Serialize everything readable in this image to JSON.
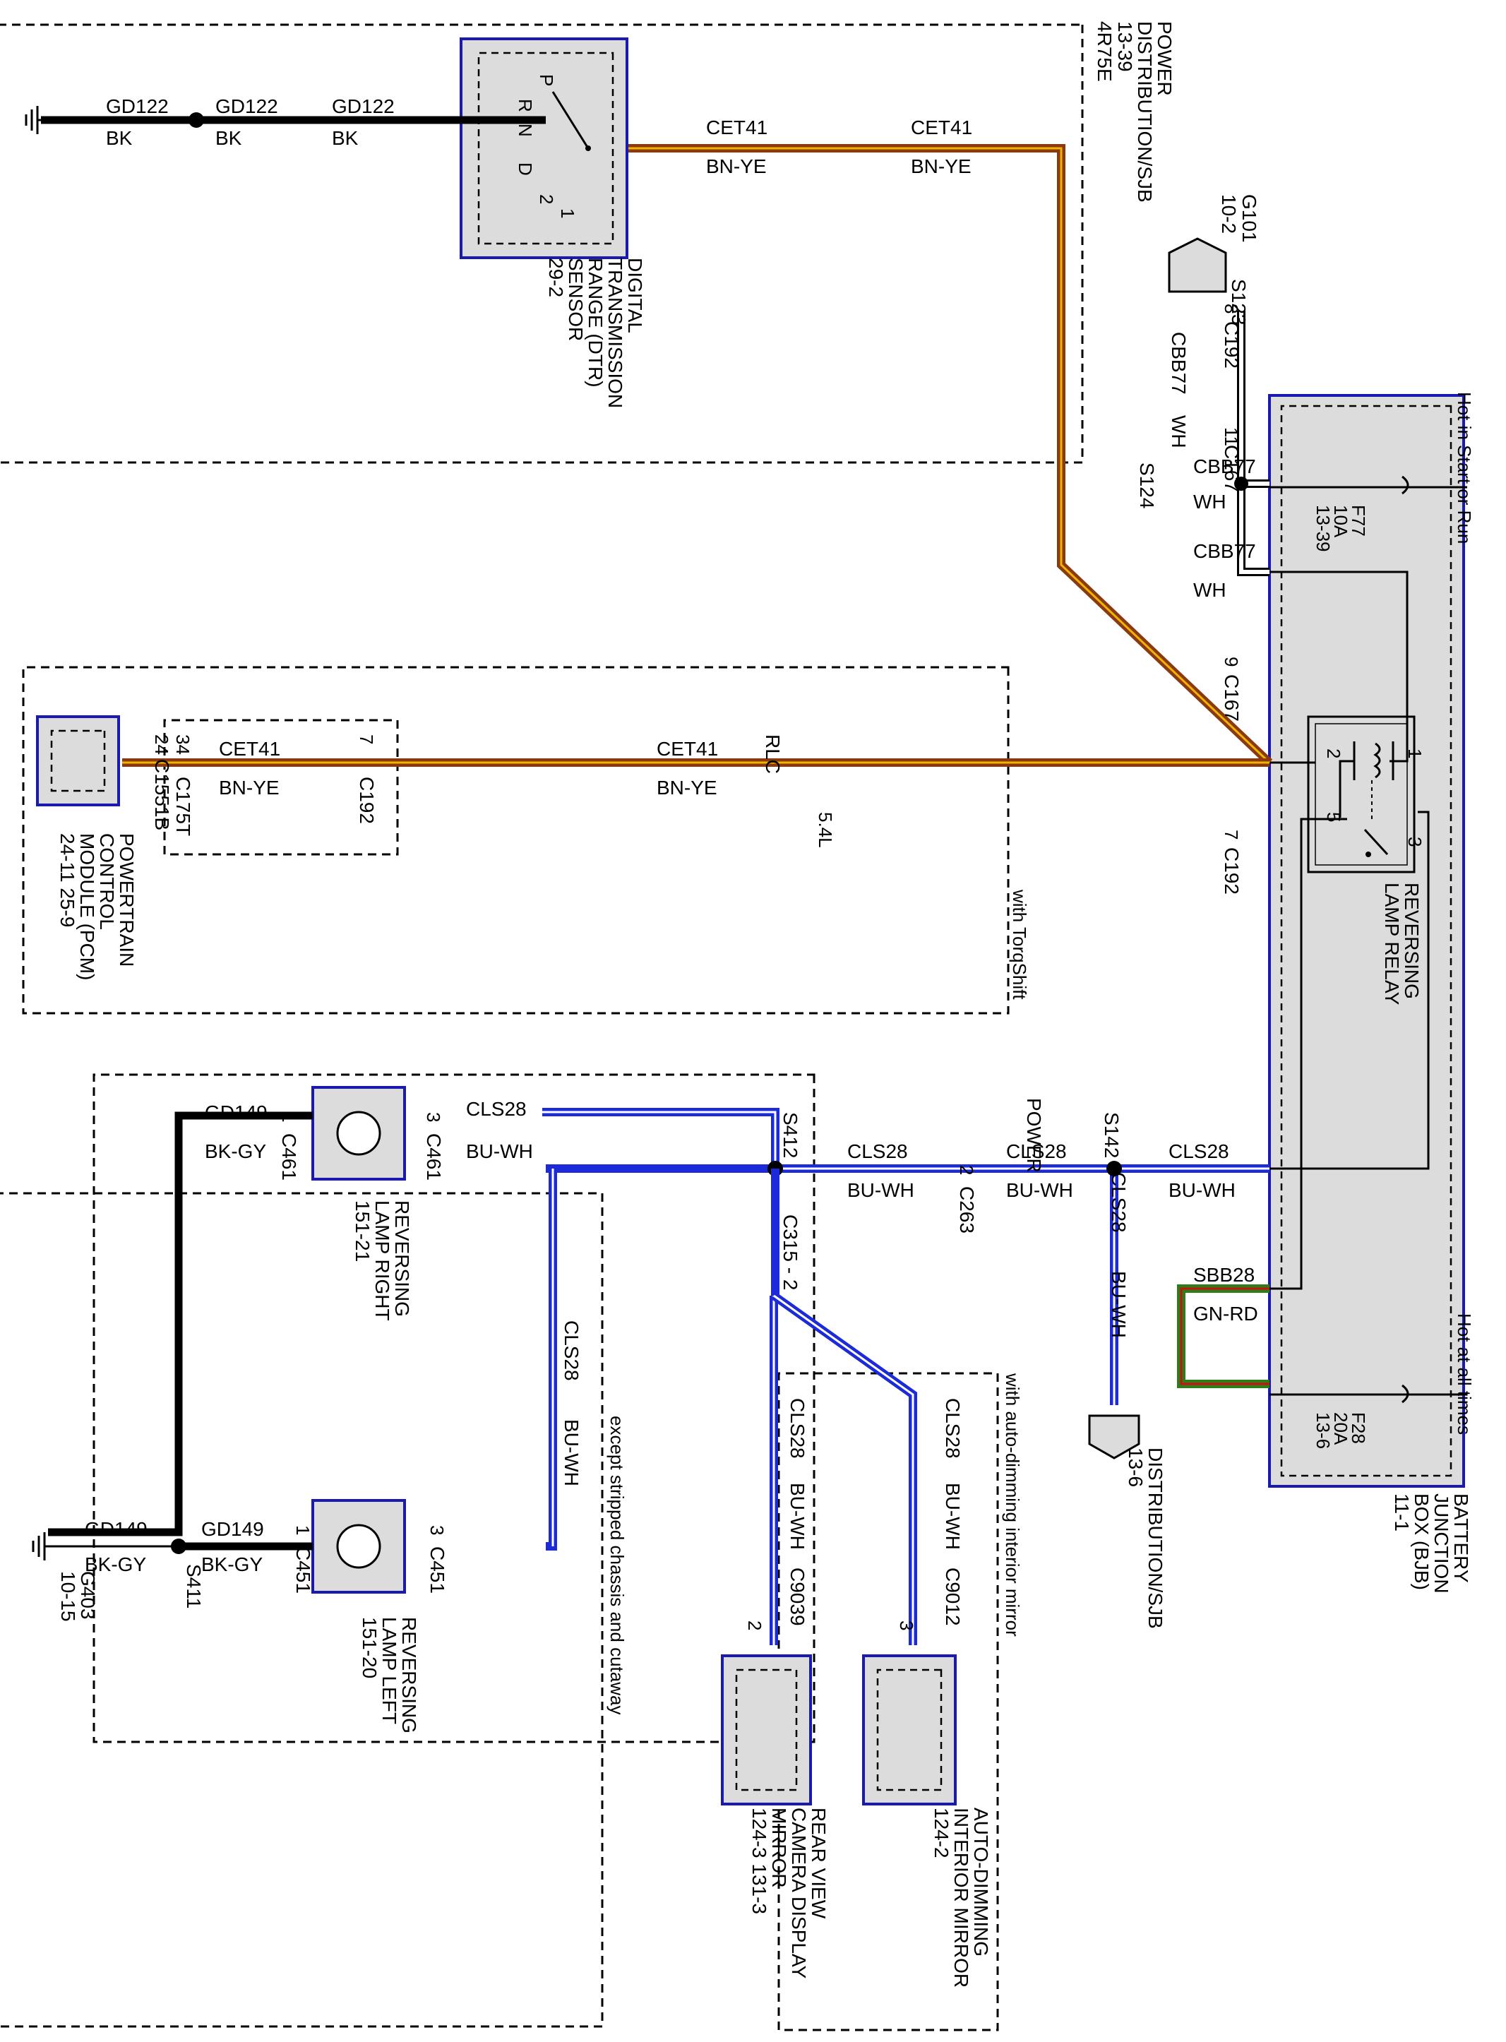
{
  "colors": {
    "component_fill": "#dcdcdc",
    "component_border": "#1a1ab0",
    "wire_bk": "#000000",
    "wire_bn_ye_core": "#8b3a0f",
    "wire_bn_ye_stripe": "#f0b400",
    "wire_bu_wh_core": "#1c2ad8",
    "wire_gn_rd_core": "#2e7d1a",
    "wire_gn_rd_stripe": "#cc1010",
    "wire_wh": "#ffffff"
  },
  "labels": {
    "gd122": "GD122",
    "bk": "BK",
    "gd149": "GD149",
    "bk_gy": "BK-GY",
    "cet41": "CET41",
    "bn_ye": "BN-YE",
    "cls28": "CLS28",
    "bu_wh": "BU-WH",
    "cbb77": "CBB77",
    "wh": "WH",
    "sbb28": "SBB28",
    "gn_rd": "GN-RD"
  },
  "ground_g101": {
    "name": "G101",
    "ref": "10-2"
  },
  "ground_g403": {
    "name": "G403",
    "ref": "10-15"
  },
  "splices": {
    "s123": "S123",
    "s124": "S124",
    "s142": "S142",
    "s411": "S411",
    "s412": "S412"
  },
  "connectors": {
    "c192_top": "C192",
    "c192_top_pin": "8",
    "c167_in": "C167",
    "c167_in_pin": "11",
    "c167_out": "C167",
    "c167_out_pin": "9",
    "c192_mid": "C192",
    "c192_mid_pin": "7",
    "c1551b": "C1551B",
    "c1551b_pin": "24",
    "c175t": "C175T",
    "c175t_pin": "34",
    "c192_pcm": "C192",
    "c192_pcm_pin": "7",
    "c461a": "C461",
    "c461a_pin": "1",
    "c461b": "C461",
    "c461b_pin": "3",
    "c451a": "C451",
    "c451a_pin": "1",
    "c451b": "C451",
    "c451b_pin": "3",
    "c263": "C263",
    "c263_pin": "2",
    "c315": "C315 - 2",
    "c9039": "C9039",
    "c9039_pin": "2",
    "c9012": "C9012",
    "c9012_pin": "3"
  },
  "regions": {
    "top_variant": "4R75E",
    "pcm_variant": "with TorqShift",
    "pcm_inner_variant": "5.4L",
    "stripped_note": "except stripped chassis and cutaway",
    "mirror_note": "with auto-dimming interior mirror"
  },
  "dtr": {
    "label_lines": [
      "DIGITAL",
      "TRANSMISSION",
      "RANGE (DTR)",
      "SENSOR",
      "29-2"
    ],
    "positions": [
      "P",
      "R",
      "N",
      "D",
      "2",
      "1"
    ]
  },
  "pcm": {
    "box_label": "RLC",
    "label_lines": [
      "POWERTRAIN",
      "CONTROL",
      "MODULE (PCM)",
      "24-11      25-9"
    ]
  },
  "bjb": {
    "label_lines": [
      "BATTERY",
      "JUNCTION",
      "BOX (BJB)",
      "11-1"
    ],
    "hot_run": "Hot in Start or Run",
    "hot_all": "Hot at all times",
    "f77": [
      "F77",
      "10A",
      "13-39"
    ],
    "f28": [
      "F28",
      "20A",
      "13-6"
    ],
    "relay_label": [
      "REVERSING",
      "LAMP RELAY"
    ],
    "relay_pins": [
      "2",
      "1",
      "5",
      "3"
    ]
  },
  "power_dist_top": [
    "POWER",
    "DISTRIBUTION/SJB",
    "13-39"
  ],
  "power_dist_bottom": [
    "POWER",
    "DISTRIBUTION/SJB",
    "13-6"
  ],
  "lamp_right": [
    "REVERSING",
    "LAMP RIGHT",
    "151-21"
  ],
  "lamp_left": [
    "REVERSING",
    "LAMP LEFT",
    "151-20"
  ],
  "camera_mirror": [
    "REAR VIEW",
    "CAMERA DISPLAY",
    "MIRROR",
    "124-3      131-3"
  ],
  "auto_mirror": [
    "AUTO-DIMMING",
    "INTERIOR MIRROR",
    "124-2"
  ]
}
